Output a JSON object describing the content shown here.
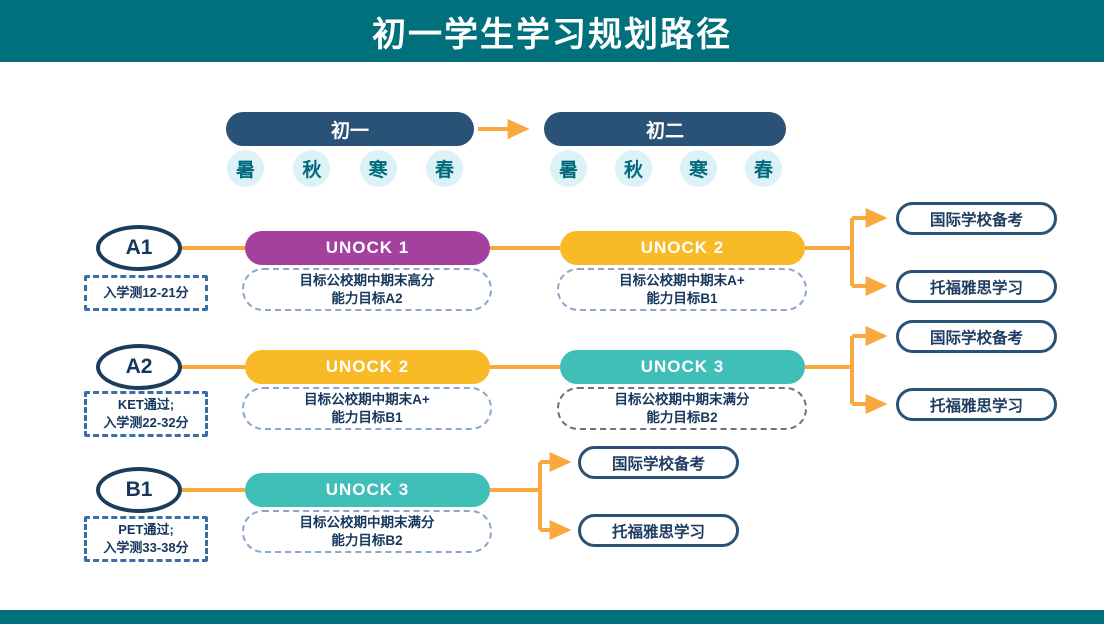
{
  "title": "初一学生学习规划路径",
  "timeline": {
    "grades": [
      {
        "label": "初一"
      },
      {
        "label": "初二"
      }
    ],
    "seasons": [
      "暑",
      "秋",
      "寒",
      "春"
    ]
  },
  "rows": [
    {
      "level": "A1",
      "criteria_lines": [
        "入学测12-21分"
      ],
      "stages": [
        {
          "label": "UNOCK 1",
          "color": "#a4409e",
          "goal_line1": "目标公校期中期末高分",
          "goal_line2": "能力目标A2"
        },
        {
          "label": "UNOCK 2",
          "color": "#f8bb27",
          "goal_line1": "目标公校期中期末A+",
          "goal_line2": "能力目标B1"
        }
      ],
      "outcomes": [
        "国际学校备考",
        "托福雅思学习"
      ]
    },
    {
      "level": "A2",
      "criteria_lines": [
        "KET通过;",
        "入学测22-32分"
      ],
      "stages": [
        {
          "label": "UNOCK 2",
          "color": "#f8bb27",
          "goal_line1": "目标公校期中期末A+",
          "goal_line2": "能力目标B1"
        },
        {
          "label": "UNOCK 3",
          "color": "#3fbfb7",
          "goal_line1": "目标公校期中期末满分",
          "goal_line2": "能力目标B2"
        }
      ],
      "outcomes": [
        "国际学校备考",
        "托福雅思学习"
      ]
    },
    {
      "level": "B1",
      "criteria_lines": [
        "PET通过;",
        "入学测33-38分"
      ],
      "stages": [
        {
          "label": "UNOCK 3",
          "color": "#3fbfb7",
          "goal_line1": "目标公校期中期末满分",
          "goal_line2": "能力目标B2"
        }
      ],
      "outcomes": [
        "国际学校备考",
        "托福雅思学习"
      ]
    }
  ],
  "colors": {
    "header_teal": "#00717c",
    "navy_pill": "#2a5176",
    "ellipse_border": "#1c3c5e",
    "purple": "#a4409e",
    "yellow": "#f8bb27",
    "teal": "#3fbfb7",
    "connector_orange": "#f8a83f",
    "season_bg": "#dcf2f7",
    "season_text": "#006a7d",
    "dashed_border_blue": "#3a6ea5",
    "text_navy": "#17365d"
  }
}
